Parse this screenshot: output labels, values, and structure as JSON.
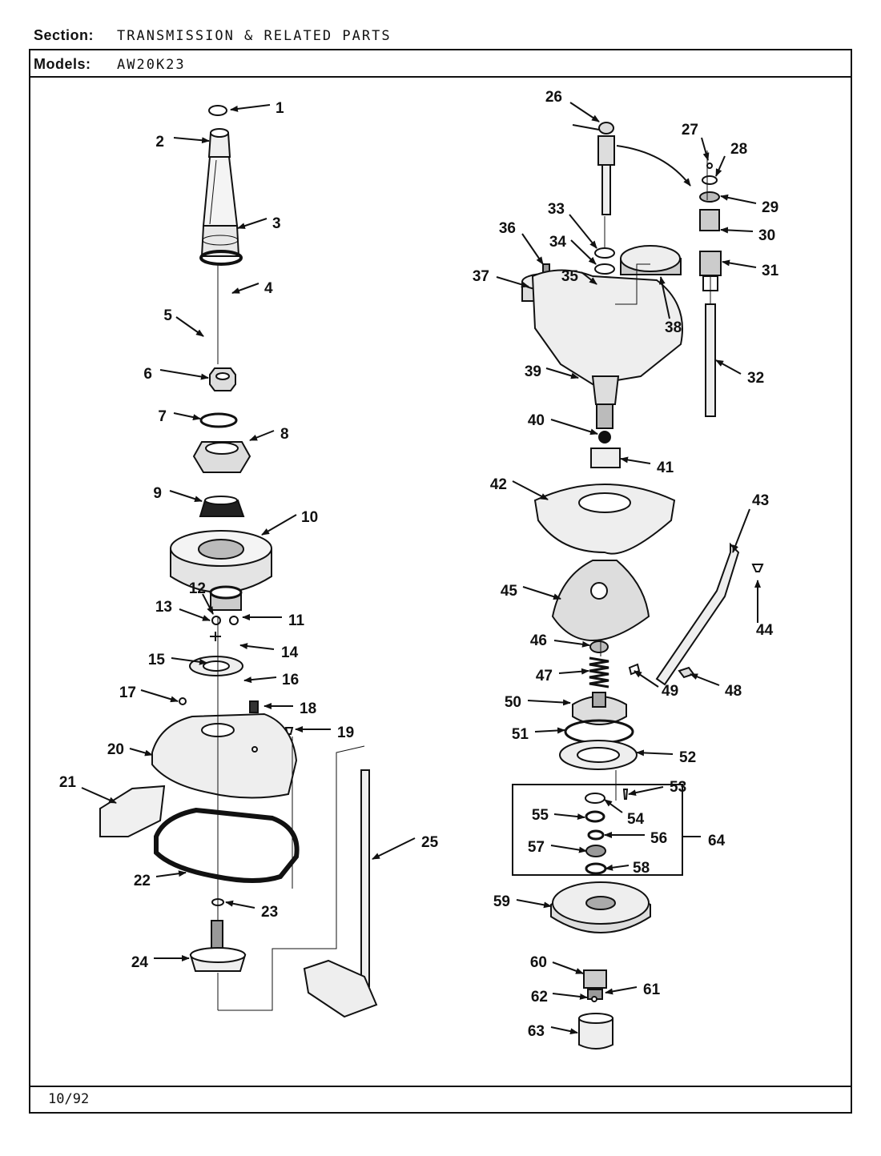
{
  "header": {
    "section_label": "Section:",
    "section_value": "TRANSMISSION & RELATED PARTS",
    "models_label": "Models:",
    "models_value": "AW20K23"
  },
  "footer": {
    "date": "10/92"
  },
  "callouts": [
    "1",
    "2",
    "3",
    "4",
    "5",
    "6",
    "7",
    "8",
    "9",
    "10",
    "11",
    "12",
    "13",
    "14",
    "15",
    "16",
    "17",
    "18",
    "19",
    "20",
    "21",
    "22",
    "23",
    "24",
    "25",
    "26",
    "27",
    "28",
    "29",
    "30",
    "31",
    "32",
    "33",
    "34",
    "35",
    "36",
    "37",
    "38",
    "39",
    "40",
    "41",
    "42",
    "43",
    "44",
    "45",
    "46",
    "47",
    "48",
    "49",
    "50",
    "51",
    "52",
    "53",
    "54",
    "55",
    "56",
    "57",
    "58",
    "59",
    "60",
    "61",
    "62",
    "63",
    "64"
  ]
}
